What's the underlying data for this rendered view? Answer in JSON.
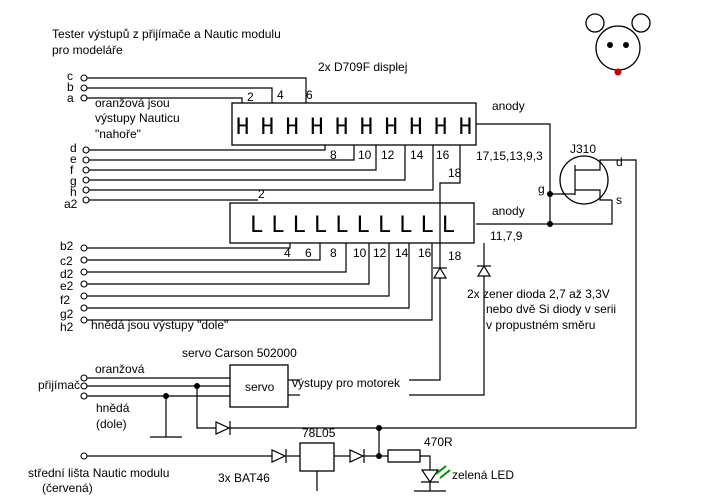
{
  "title_line1": "Tester výstupů z přijímače a Nautic modulu",
  "title_line2": "pro modeláře",
  "display_label": "2x D709F displej",
  "display_top_text": "HHHHHHHHHH",
  "display_bottom_text": "LLLLLLLLLL",
  "left_top_pins": [
    "c",
    "b",
    "a"
  ],
  "left_mid_pins": [
    "d",
    "e",
    "f",
    "g",
    "h",
    "a2"
  ],
  "left_bottom_pins": [
    "b2",
    "c2",
    "d2",
    "e2",
    "f2",
    "g2",
    "h2"
  ],
  "note_top": [
    "oranžová jsou",
    "výstupy Nauticu",
    "\"nahoře\""
  ],
  "note_bottom": "hnědá jsou výstupy \"dole\"",
  "top_pin_numbers_upper": [
    "2",
    "4",
    "6"
  ],
  "top_pin_numbers_lower": [
    "8",
    "10",
    "12",
    "14",
    "16"
  ],
  "pin_18_top": "18",
  "pin_2_bottom": "2",
  "bottom_pin_numbers": [
    "4",
    "6",
    "8",
    "10",
    "12",
    "14",
    "16",
    "18"
  ],
  "anody_label": "anody",
  "anode_pins_top": "17,15,13,9,3",
  "anode_pins_bottom": "11,7,9",
  "jfet_label": "J310",
  "jfet_d": "d",
  "jfet_g": "g",
  "jfet_s": "s",
  "zener_note": [
    "2x zener dioda 2,7 až 3,3V",
    "nebo dvě Si diody v serii",
    "v propustném směru"
  ],
  "servo_label": "servo Carson 502000",
  "servo_box": "servo",
  "oranzova": "oranžová",
  "prijimac": "přijímač",
  "hneda": "hnědá",
  "dole": "(dole)",
  "motor_label": "výstupy pro motorek",
  "regulator_label": "78L05",
  "resistor_label": "470R",
  "diodes_label": "3x BAT46",
  "led_label": "zelená LED",
  "nautic_line1": "střední lišta Nautic modulu",
  "nautic_line2": "(červená)"
}
